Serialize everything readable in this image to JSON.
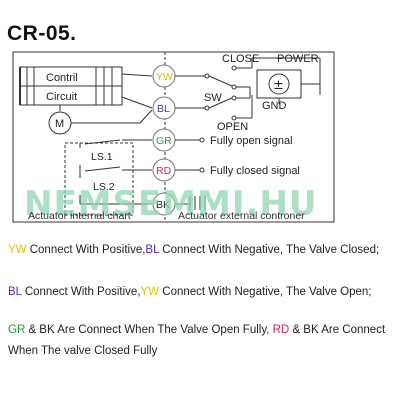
{
  "title": "CR-05.",
  "diagram": {
    "block_label_1": "Contril",
    "block_label_2": "Circuit",
    "motor_label": "M",
    "ls1_label": "LS.1",
    "ls2_label": "LS.2",
    "wire_yw": "YW",
    "wire_bl": "BL",
    "wire_gr": "GR",
    "wire_rd": "RD",
    "wire_bk": "BK",
    "close_label": "CLOSE",
    "power_label": "POWER",
    "sw_label": "SW",
    "gnd_label": "GND",
    "pm_label": "±",
    "open_label": "OPEN",
    "open_signal": "Fully open signal",
    "closed_signal": "Fully closed signal",
    "internal_label": "Actuator internal chart",
    "external_label": "Actuator external controner",
    "watermark": "NEMSEMMI.HU"
  },
  "colors": {
    "yw": "#d8c400",
    "bl": "#5a2bb0",
    "gr": "#20a040",
    "rd": "#d8205a",
    "bk": "#222222",
    "watermark": "#8fd6b4"
  },
  "description": {
    "line1": {
      "yw": "YW",
      "t1": " Connect With Positive,",
      "bl": "BL",
      "t2": " Connect With Negative, The Valve Closed;"
    },
    "line2": {
      "bl": "BL",
      "t1": " Connect With Positive,",
      "yw": "YW",
      "t2": " Connect With Negative, The Valve Open;"
    },
    "line3": {
      "gr": "GR",
      "t1": " & BK Are Connect When The Valve Open Fully, ",
      "rd": "RD",
      "t2": " & BK Are Connect When The valve Closed Fully"
    }
  }
}
